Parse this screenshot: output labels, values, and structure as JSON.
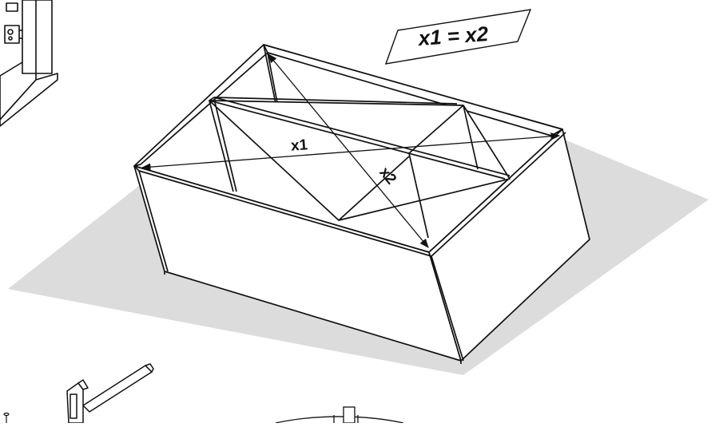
{
  "equation_box": {
    "text": "x1 = x2"
  },
  "diagonals": [
    {
      "label": "x1"
    },
    {
      "label": "x2"
    }
  ],
  "colors": {
    "line": "#111111",
    "background": "#ffffff",
    "floor": "#d6d6d6"
  },
  "icons": [
    "box-frame-icon",
    "hammer-icon",
    "cabinet-corner-icon",
    "dowel-detail-icon"
  ]
}
